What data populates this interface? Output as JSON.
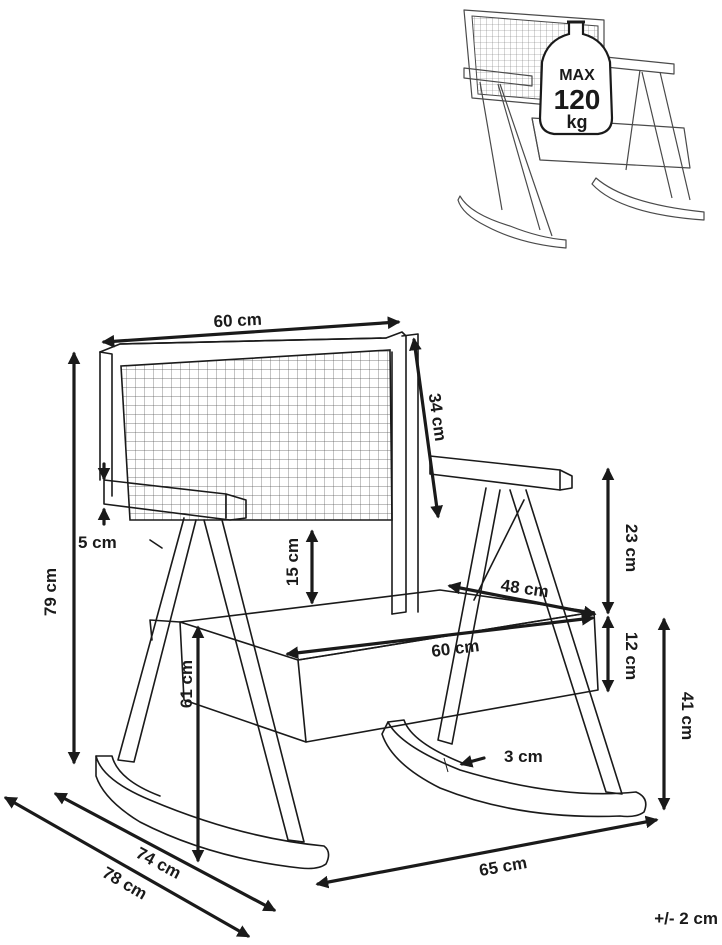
{
  "thumbnail": {
    "max_label": "MAX",
    "weight_value": "120",
    "weight_unit": "kg"
  },
  "dimensions": {
    "backrest_width": "60 cm",
    "backrest_height": "34 cm",
    "armrest_thickness": "5 cm",
    "total_height": "79 cm",
    "arm_above_seat": "15 cm",
    "seat_depth": "48 cm",
    "arm_height_above_cushion": "23 cm",
    "seat_width": "60 cm",
    "cushion_thickness": "12 cm",
    "seat_height": "41 cm",
    "floor_to_seat": "61 cm",
    "rocker_thickness": "3 cm",
    "inner_depth": "74 cm",
    "total_depth": "78 cm",
    "total_width": "65 cm"
  },
  "tolerance": "+/- 2 cm"
}
